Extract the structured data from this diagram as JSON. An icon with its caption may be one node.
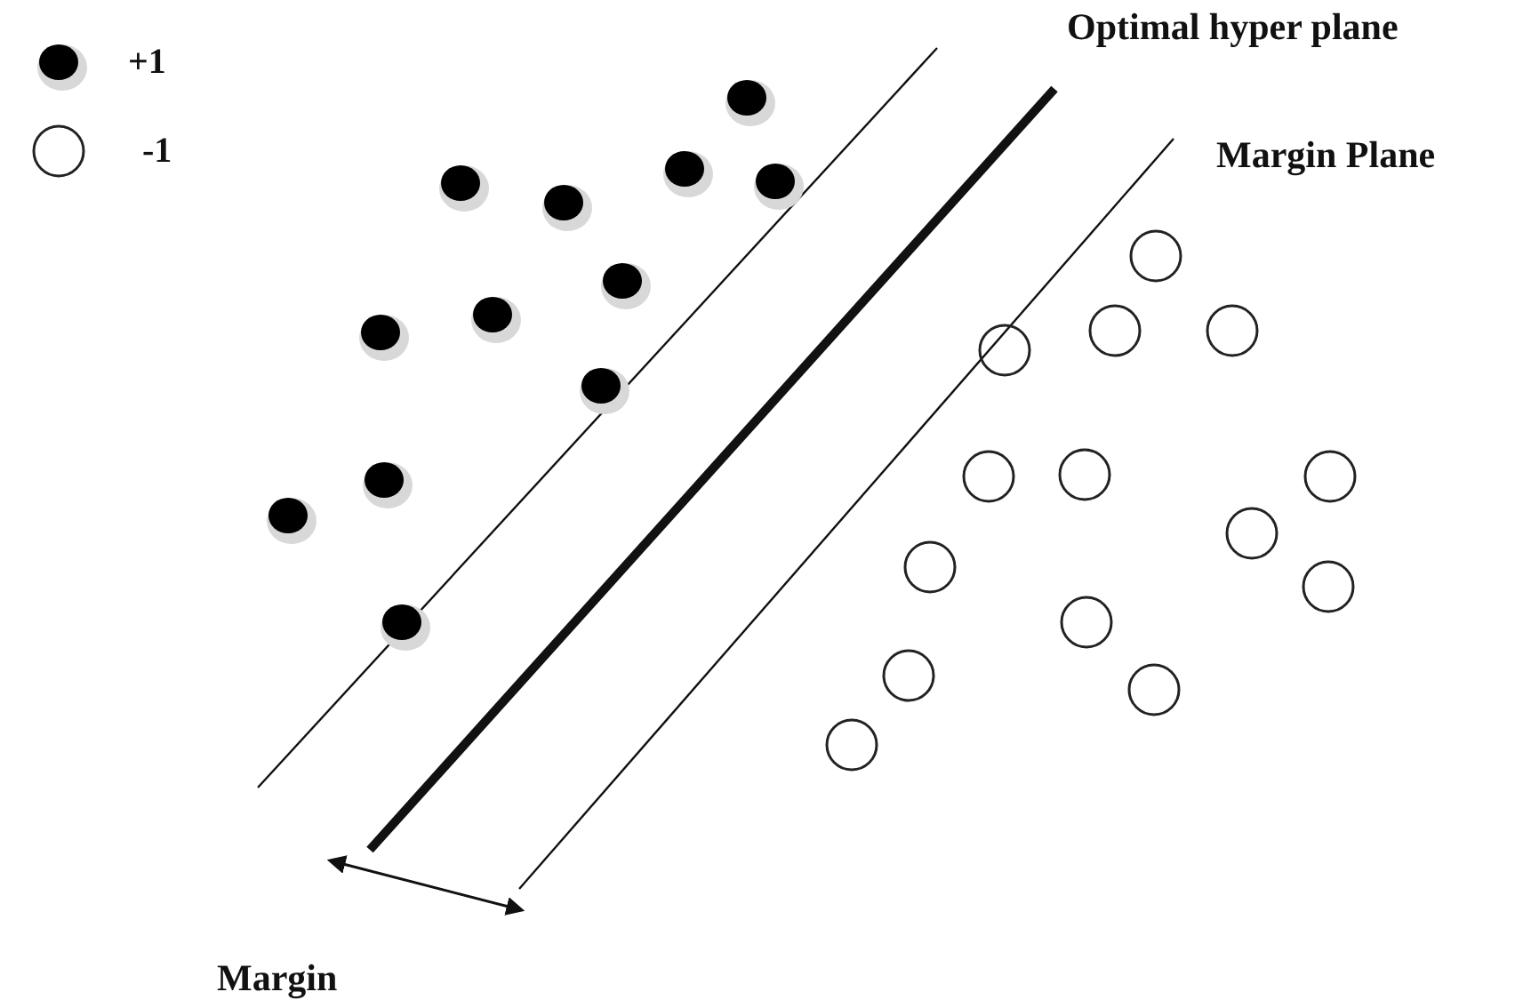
{
  "diagram": {
    "labels": [
      "Optimal hyper plane",
      "Margin Plane",
      "Margin"
    ],
    "legend": [
      {
        "text": "+1"
      },
      {
        "text": "-1"
      }
    ]
  }
}
